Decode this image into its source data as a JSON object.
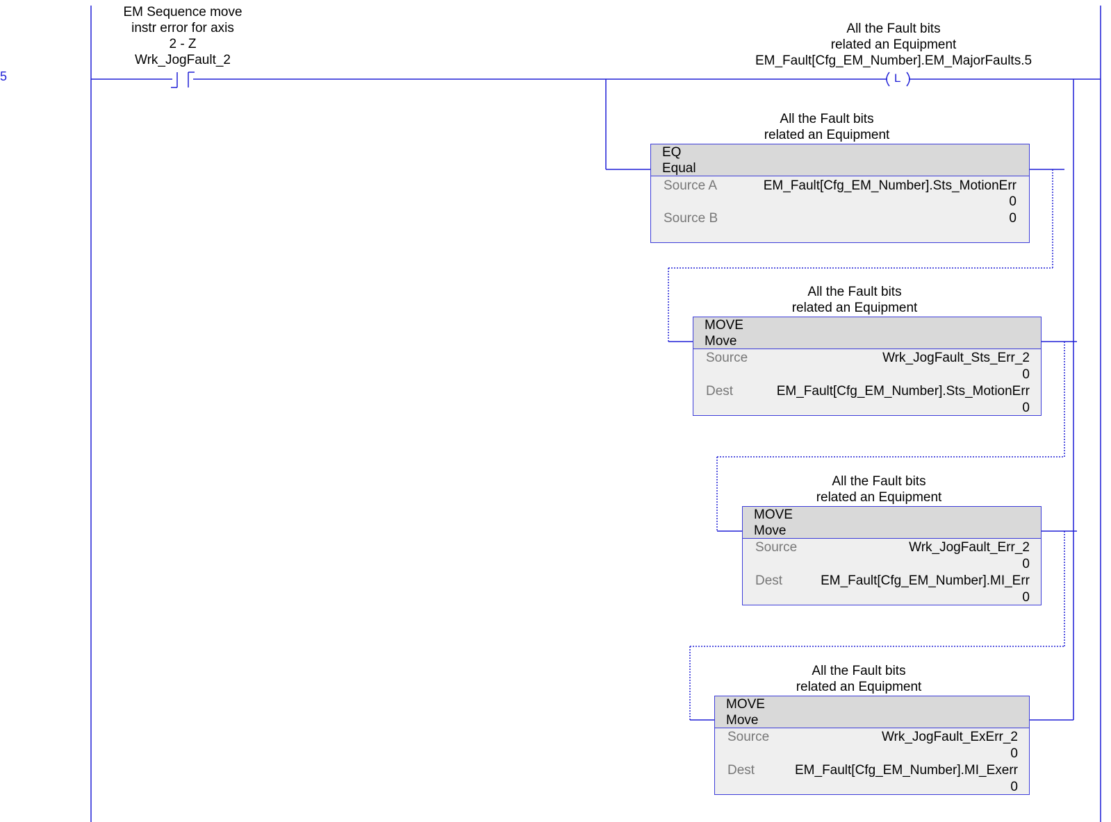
{
  "rung": {
    "number": "5"
  },
  "contact": {
    "description": [
      "EM Sequence move",
      "instr error for axis",
      "2 - Z"
    ],
    "tag": "Wrk_JogFault_2"
  },
  "latch": {
    "description": [
      "All the Fault bits",
      "related an Equipment"
    ],
    "tag": "EM_Fault[Cfg_EM_Number].EM_MajorFaults.5",
    "symbol": "L"
  },
  "eq": {
    "description": [
      "All the Fault bits",
      "related an Equipment"
    ],
    "mnemonic": "EQ",
    "name": "Equal",
    "source_a_label": "Source A",
    "source_a_tag": "EM_Fault[Cfg_EM_Number].Sts_MotionErr",
    "source_a_value": "0",
    "source_b_label": "Source B",
    "source_b_value": "0"
  },
  "move1": {
    "description": [
      "All the Fault bits",
      "related an Equipment"
    ],
    "mnemonic": "MOVE",
    "name": "Move",
    "source_label": "Source",
    "source_tag": "Wrk_JogFault_Sts_Err_2",
    "source_value": "0",
    "dest_label": "Dest",
    "dest_tag": "EM_Fault[Cfg_EM_Number].Sts_MotionErr",
    "dest_value": "0"
  },
  "move2": {
    "description": [
      "All the Fault bits",
      "related an Equipment"
    ],
    "mnemonic": "MOVE",
    "name": "Move",
    "source_label": "Source",
    "source_tag": "Wrk_JogFault_Err_2",
    "source_value": "0",
    "dest_label": "Dest",
    "dest_tag": "EM_Fault[Cfg_EM_Number].MI_Err",
    "dest_value": "0"
  },
  "move3": {
    "description": [
      "All the Fault bits",
      "related an Equipment"
    ],
    "mnemonic": "MOVE",
    "name": "Move",
    "source_label": "Source",
    "source_tag": "Wrk_JogFault_ExErr_2",
    "source_value": "0",
    "dest_label": "Dest",
    "dest_tag": "EM_Fault[Cfg_EM_Number].MI_Exerr",
    "dest_value": "0"
  },
  "colors": {
    "wire": "#1f1fd6",
    "box_border": "#3b3bd9",
    "header_fill": "#d9d9d9",
    "body_fill": "#efefef"
  }
}
